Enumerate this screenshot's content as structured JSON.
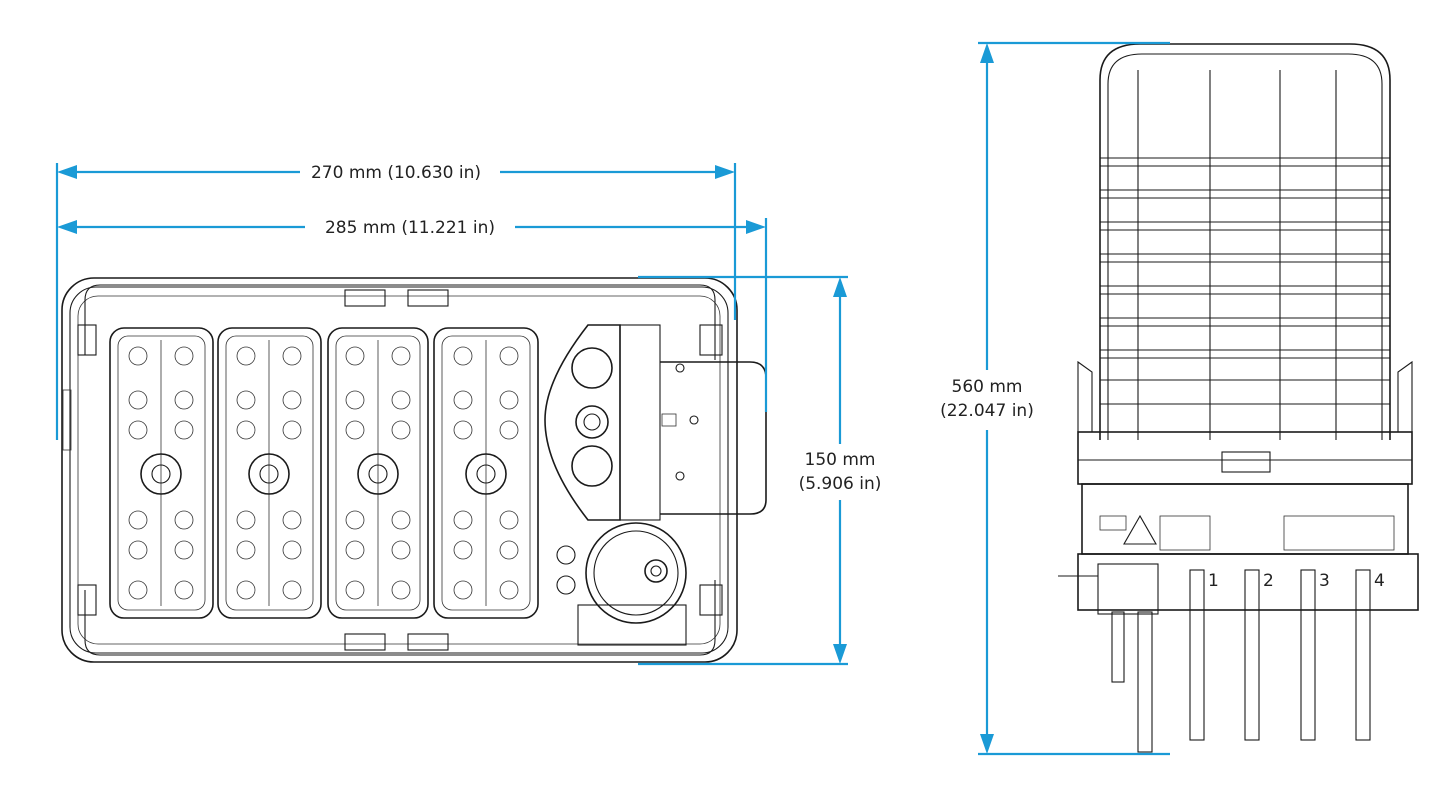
{
  "accent_color": "#1a9ad6",
  "line_color": "#1a1a1a",
  "dimensions": {
    "width_inner": "270 mm (10.630 in)",
    "width_outer": "285 mm (11.221 in)",
    "depth_mm": "150 mm",
    "depth_in": "(5.906 in)",
    "height_mm": "560 mm",
    "height_in": "(22.047 in)"
  },
  "port_labels": [
    "1",
    "2",
    "3",
    "4"
  ],
  "views": [
    "top-view-technical-drawing",
    "side-view-technical-drawing"
  ]
}
